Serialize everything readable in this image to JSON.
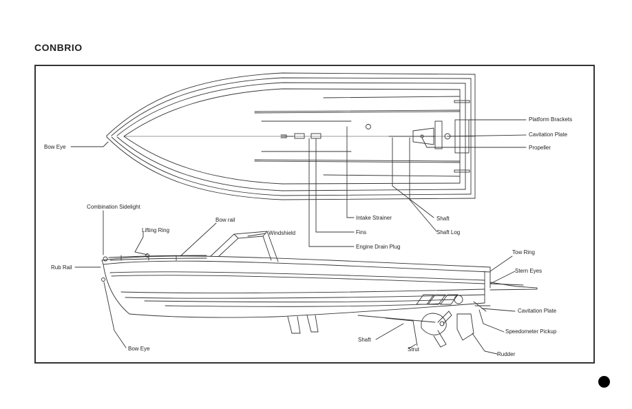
{
  "title": "CONBRIO",
  "top_view": {
    "labels": {
      "bow_eye": "Bow Eye",
      "platform_brackets": "Platform Brackets",
      "cavitation_plate": "Cavitation Plate",
      "propeller": "Propeller",
      "shaft": "Shaft",
      "shaft_log": "Shaft Log",
      "intake_strainer": "Intake Strainer",
      "fins": "Fins",
      "engine_drain_plug": "Engine Drain Plug"
    }
  },
  "side_view": {
    "labels": {
      "combination_sidelight": "Combination Sidelight",
      "lifting_ring": "Lifting Ring",
      "bow_rail": "Bow rail",
      "windshield": "Windshield",
      "rub_rail": "Rub Rail",
      "tow_ring": "Tow Ring",
      "stern_eyes": "Stern Eyes",
      "cavitation_plate": "Cavitation Plate",
      "speedometer_pickup": "Speedometer Pickup",
      "shaft": "Shaft",
      "strut": "Strut",
      "rudder": "Rudder",
      "bow_eye": "Bow Eye"
    }
  }
}
